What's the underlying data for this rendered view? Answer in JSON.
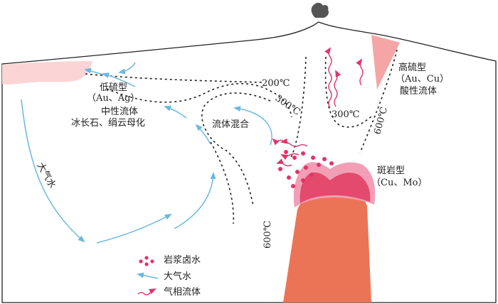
{
  "labels": {
    "low_sulfidation_type": "低硫型",
    "low_sulfidation_metals": "（Au、Ag）",
    "neutral_fluid": "中性流体",
    "alteration": "冰长石、绢云母化",
    "high_sulfidation_type": "高硫型",
    "high_sulfidation_metals": "（Au、Cu）",
    "acidic_fluid": "酸性流体",
    "porphyry_type": "斑岩型",
    "porphyry_metals": "（Cu、Mo）",
    "fluid_mixing": "流体混合",
    "meteoric_water": "大气水"
  },
  "isotherms": {
    "t200": "200℃",
    "t300_left": "300℃",
    "t300_right": "300℃",
    "t600_right": "600℃",
    "t600_left": "600℃"
  },
  "legend": {
    "magmatic_brine": "岩浆卤水",
    "meteoric_water": "大气水",
    "vapor_fluid": "气相流体"
  },
  "colors": {
    "outline": "#222222",
    "isotherm": "#222222",
    "intrusion": "#ec7456",
    "porphyry_outer": "#f29fb5",
    "porphyry_inner": "#e34a6d",
    "high_sulfidation_zone": "#f5a5a5",
    "low_sulfidation_zone": "#fbd5d5",
    "meteoric_arrow": "#6bb8de",
    "vapor_arrow": "#e2336b",
    "brine_dot": "#e2336b",
    "smoke": "#555555"
  },
  "icons": {
    "magmatic_brine": "dots-cluster-icon",
    "meteoric_water": "blue-arrow-icon",
    "vapor_fluid": "wavy-red-arrow-icon"
  }
}
